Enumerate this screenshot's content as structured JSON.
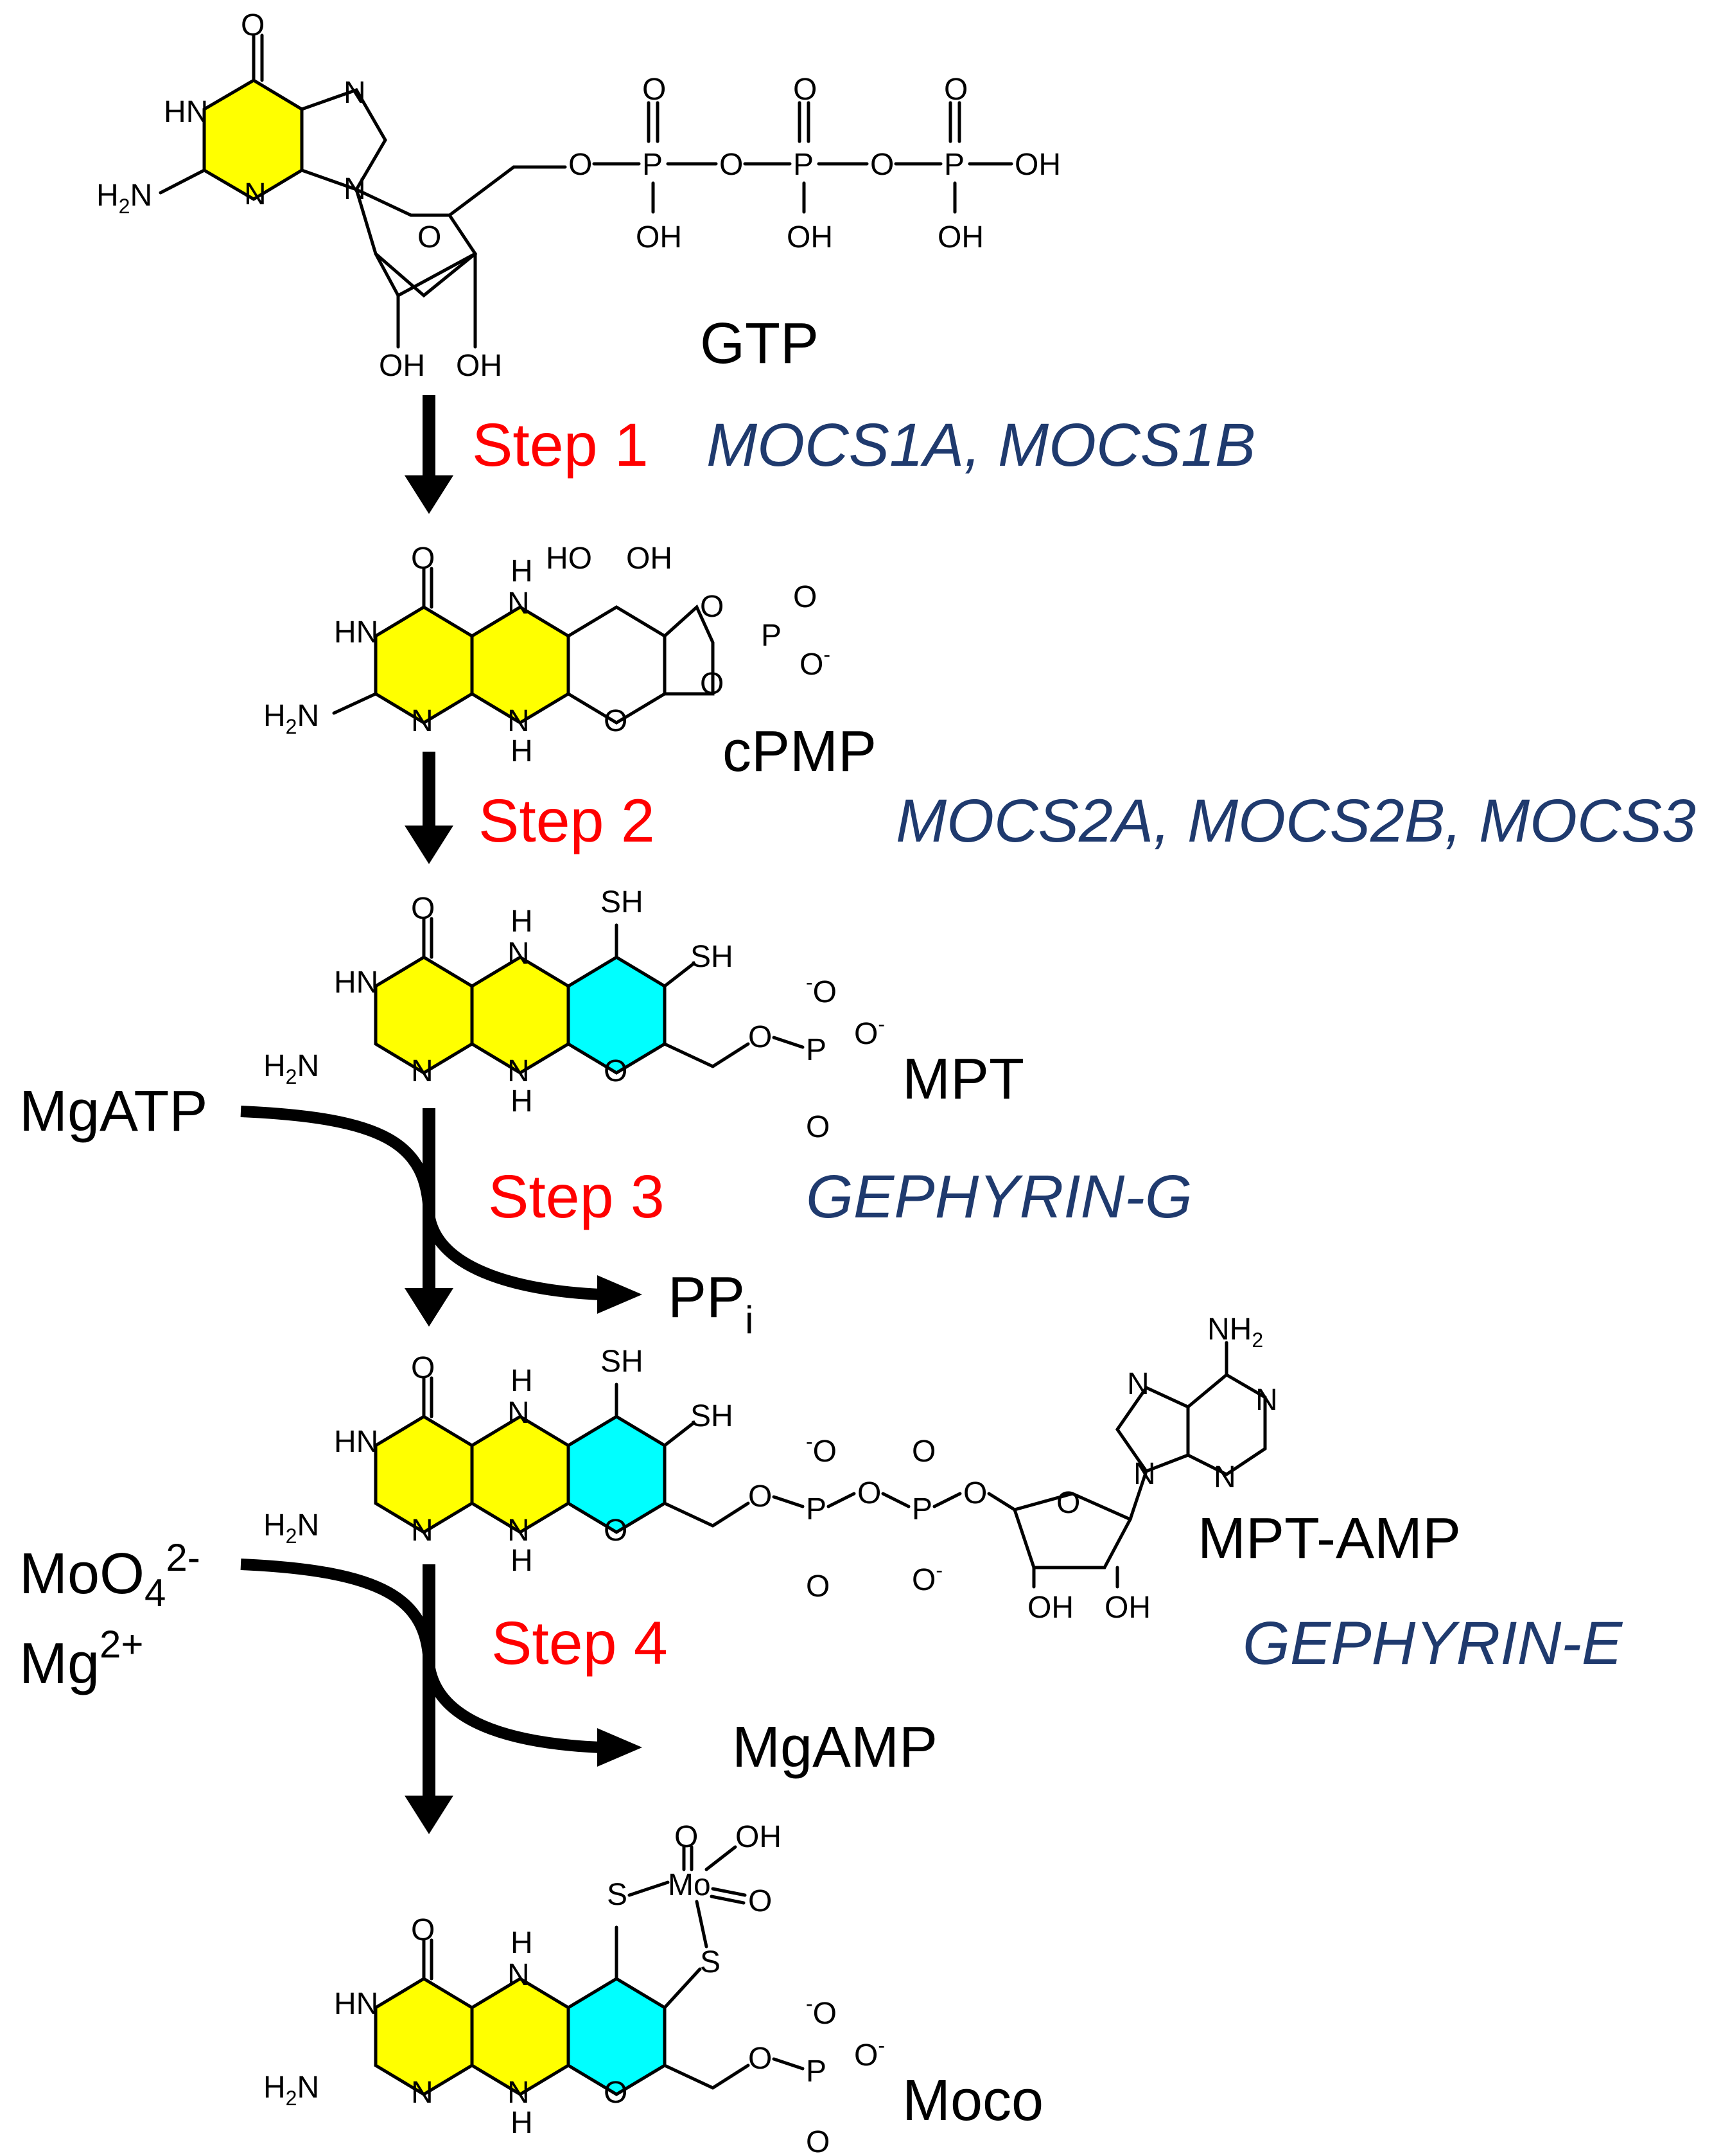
{
  "colors": {
    "step": "#ff0000",
    "gene": "#1f3a6e",
    "pterin_ring": "#ffff00",
    "pyran_ring": "#00ffff",
    "black": "#000000"
  },
  "molecules": {
    "gtp": "GTP",
    "cpmp": "cPMP",
    "mpt": "MPT",
    "mpt_amp": "MPT-AMP",
    "moco": "Moco"
  },
  "steps": [
    {
      "label": "Step 1",
      "genes": "MOCS1A, MOCS1B"
    },
    {
      "label": "Step 2",
      "genes": "MOCS2A, MOCS2B, MOCS3"
    },
    {
      "label": "Step 3",
      "genes": "GEPHYRIN-G"
    },
    {
      "label": "Step 4",
      "genes": "GEPHYRIN-E"
    }
  ],
  "cofactors": {
    "mgatp": "MgATP",
    "ppi_main": "PP",
    "ppi_sub": "i",
    "moo4_main": "MoO",
    "moo4_sub": "4",
    "moo4_sup": "2-",
    "mg_main": "Mg",
    "mg_sup": "2+",
    "mgamp": "MgAMP"
  },
  "atoms": {
    "O": "O",
    "N": "N",
    "H": "H",
    "HN": "HN",
    "H2N_main": "H",
    "H2N_sub": "2",
    "H2N_end": "N",
    "P": "P",
    "OH": "OH",
    "HO": "HO",
    "SH": "SH",
    "S": "S",
    "Mo": "Mo",
    "O_minus": "O",
    "minus": "-",
    "NH2_main": "NH",
    "NH2_sub": "2"
  }
}
